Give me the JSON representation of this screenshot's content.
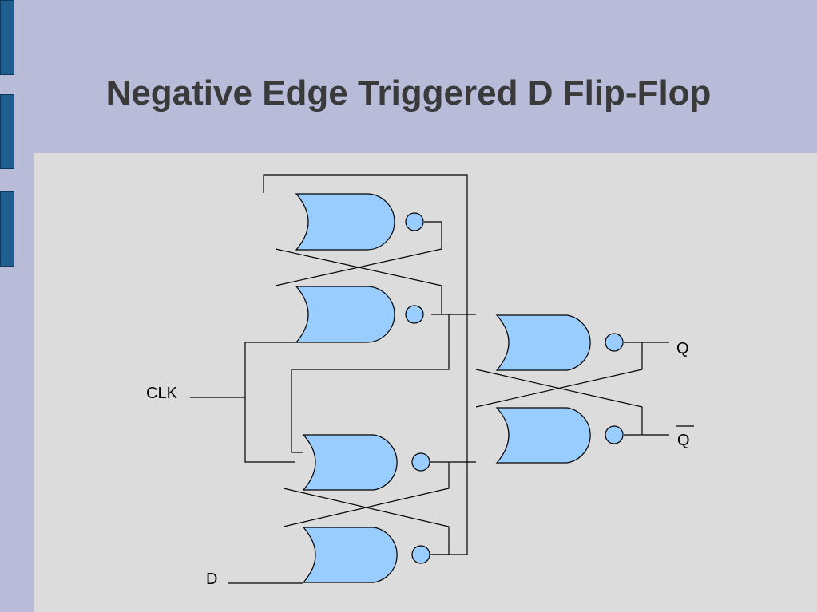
{
  "slide": {
    "title": "Negative Edge Triggered D Flip-Flop"
  },
  "diagram": {
    "gate_type": "NAND",
    "gate_fill": "#99ccff",
    "labels": {
      "clk": "CLK",
      "d": "D",
      "q": "Q",
      "q_bar": "Q"
    }
  },
  "colors": {
    "background": "#b8bcd9",
    "panel": "#dcdcdc",
    "accent_blocks": "#1f5f8f",
    "title": "#3a3a3a"
  }
}
